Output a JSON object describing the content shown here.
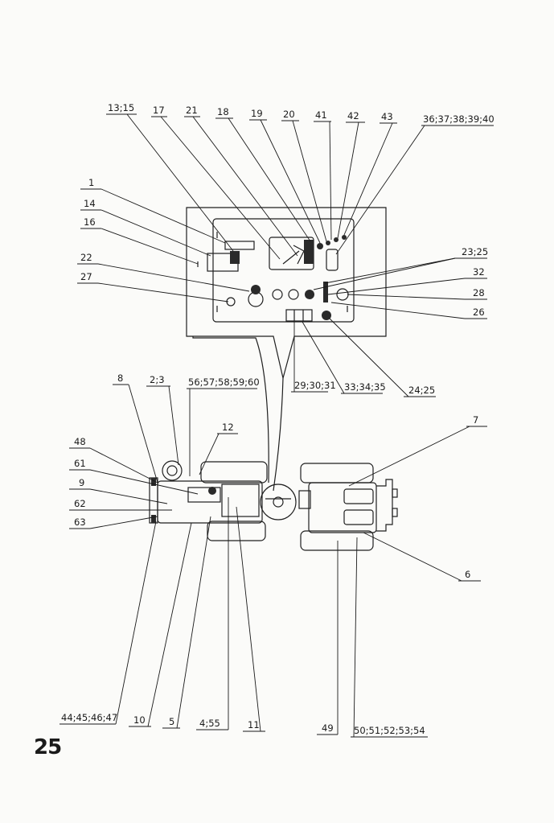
{
  "page_number": "25",
  "callouts": {
    "c13_15": "13;15",
    "c17": "17",
    "c21": "21",
    "c18": "18",
    "c19": "19",
    "c20": "20",
    "c41": "41",
    "c42": "42",
    "c43": "43",
    "c36_40": "36;37;38;39;40",
    "c1": "1",
    "c14": "14",
    "c16": "16",
    "c22": "22",
    "c27": "27",
    "c23_25": "23;25",
    "c32": "32",
    "c28": "28",
    "c26": "26",
    "c29_31": "29;30;31",
    "c33_35": "33;34;35",
    "c24_25": "24;25",
    "c8": "8",
    "c2_3": "2;3",
    "c56_60": "56;57;58;59;60",
    "c12": "12",
    "c7": "7",
    "c48": "48",
    "c61": "61",
    "c9": "9",
    "c62": "62",
    "c63": "63",
    "c6": "6",
    "c44_47": "44;45;46;47",
    "c10": "10",
    "c5": "5",
    "c4_55": "4;55",
    "c11": "11",
    "c49": "49",
    "c50_54": "50;51;52;53;54"
  }
}
